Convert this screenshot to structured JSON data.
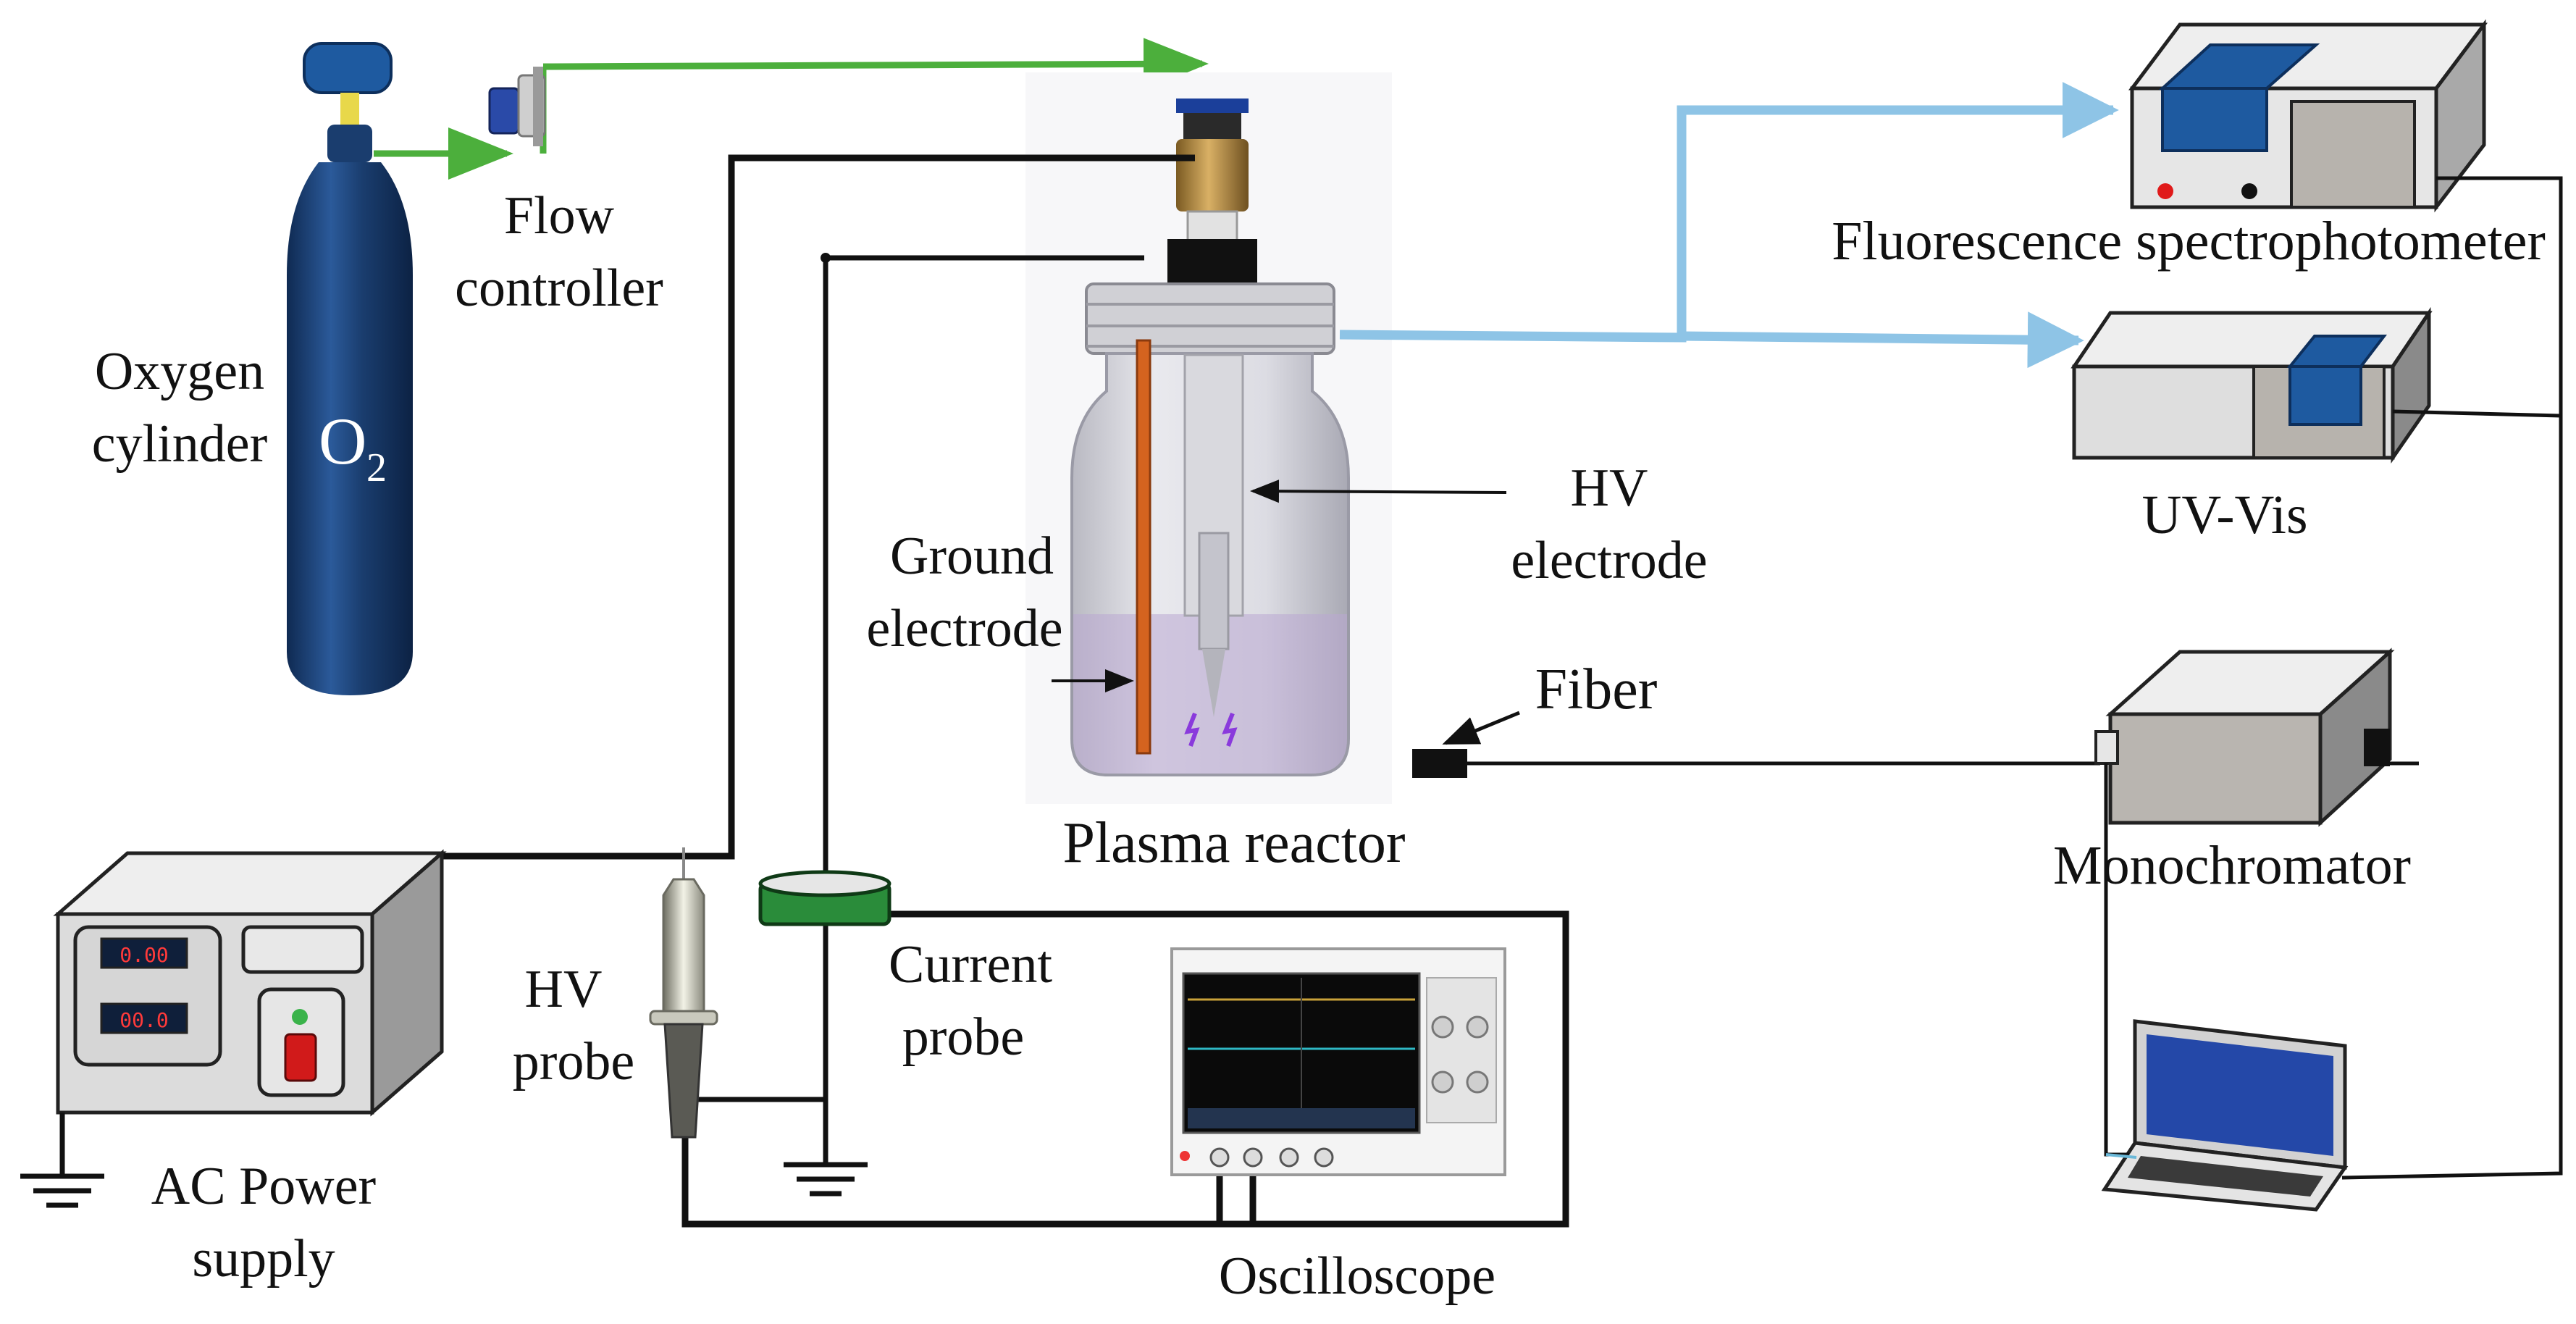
{
  "labels": {
    "flow_controller_1": "Flow",
    "flow_controller_2": "controller",
    "oxygen_cylinder_1": "Oxygen",
    "oxygen_cylinder_2": "cylinder",
    "o2_symbol": "O",
    "o2_subscript": "2",
    "ground_electrode_1": "Ground",
    "ground_electrode_2": "electrode",
    "hv_electrode_1": "HV",
    "hv_electrode_2": "electrode",
    "plasma_reactor": "Plasma reactor",
    "fiber": "Fiber",
    "fluorescence": "Fluorescence spectrophotometer",
    "uv_vis": "UV-Vis",
    "monochromator": "Monochromator",
    "ac_power_1": "AC Power",
    "ac_power_2": "supply",
    "hv_probe_1": "HV",
    "hv_probe_2": "probe",
    "current_probe_1": "Current",
    "current_probe_2": "probe",
    "oscilloscope": "Oscilloscope"
  },
  "power_supply": {
    "display_1": "0.00",
    "display_2": "00.0"
  },
  "colors": {
    "gas_line": "#4caf3c",
    "optical_line": "#8ec4e6",
    "wire": "#111111",
    "cylinder": "#1a3d6e",
    "ground_electrode": "#d4631f",
    "screen_blue": "#1e5aa0",
    "current_probe": "#2a8c3a"
  }
}
